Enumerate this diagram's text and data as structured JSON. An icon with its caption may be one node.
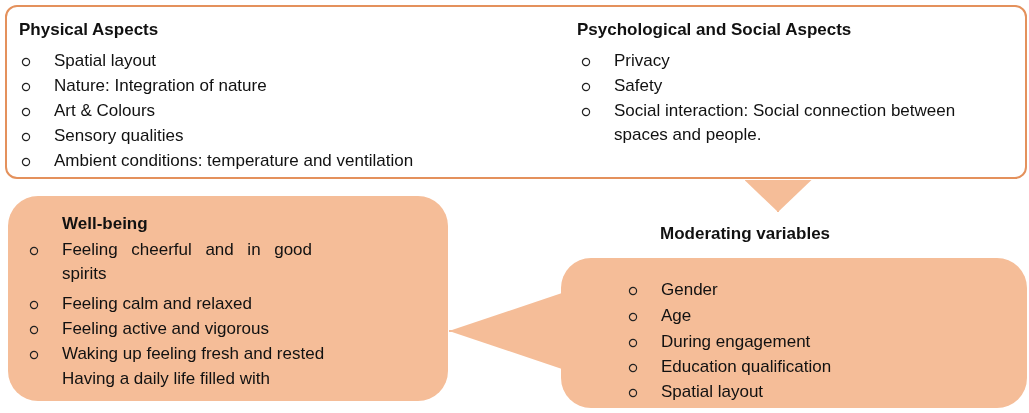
{
  "diagram": {
    "nodes": [
      {
        "text": [
          "Physical Aspects",
          "Spatial layout",
          "Nature: Integration of nature",
          "Art & Colours",
          "Sensory qualities",
          "Ambient conditions:  temperature and ventilation",
          "Psychological and Social Aspects",
          "Privacy",
          "Safety",
          "Social interaction: Social connection between spaces and people."
        ]
      },
      {
        "text": [
          "Well-being",
          "Feeling cheerful and in good spirits",
          "Feeling calm and relaxed",
          "Feeling active and vigorous",
          "Waking up feeling fresh and rested",
          "Having a daily life filled with"
        ]
      },
      {
        "text": [
          "Moderating variables",
          "Gender",
          "Age",
          "During engagement",
          "Education qualification",
          "Spatial layout"
        ]
      }
    ],
    "edges": [
      {
        "from": 0,
        "to": 2,
        "arrow": "to"
      },
      {
        "from": 2,
        "to": 1,
        "arrow": "to"
      }
    ]
  }
}
